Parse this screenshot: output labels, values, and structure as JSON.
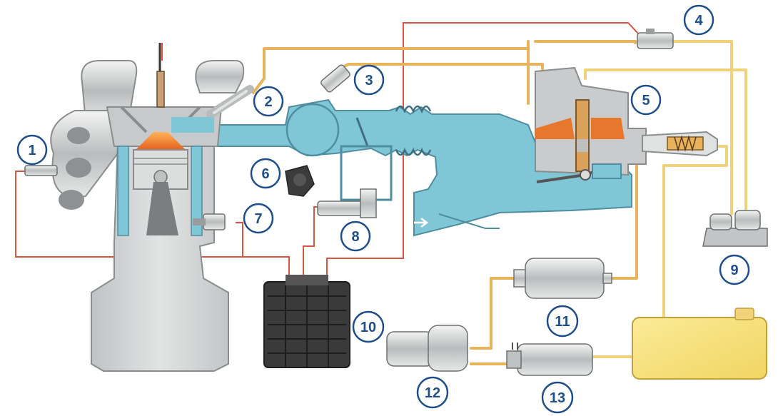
{
  "diagram": {
    "callouts": [
      {
        "id": "1",
        "label": "1"
      },
      {
        "id": "2",
        "label": "2"
      },
      {
        "id": "3",
        "label": "3"
      },
      {
        "id": "4",
        "label": "4"
      },
      {
        "id": "5",
        "label": "5"
      },
      {
        "id": "6",
        "label": "6"
      },
      {
        "id": "7",
        "label": "7"
      },
      {
        "id": "8",
        "label": "8"
      },
      {
        "id": "9",
        "label": "9"
      },
      {
        "id": "10",
        "label": "10"
      },
      {
        "id": "11",
        "label": "11"
      },
      {
        "id": "12",
        "label": "12"
      },
      {
        "id": "13",
        "label": "13"
      }
    ],
    "colors": {
      "airflow": "#7fc6d6",
      "fuel_line": "#e8b35a",
      "fuel_line_light": "#f0d27a",
      "electric_wire": "#d9553f",
      "engine_block": "#cfd2d3",
      "combustion": "#e8772e",
      "tank": "#f6e07a",
      "callout": "#1f4f8a",
      "ecu": "#3a3a3a"
    }
  }
}
